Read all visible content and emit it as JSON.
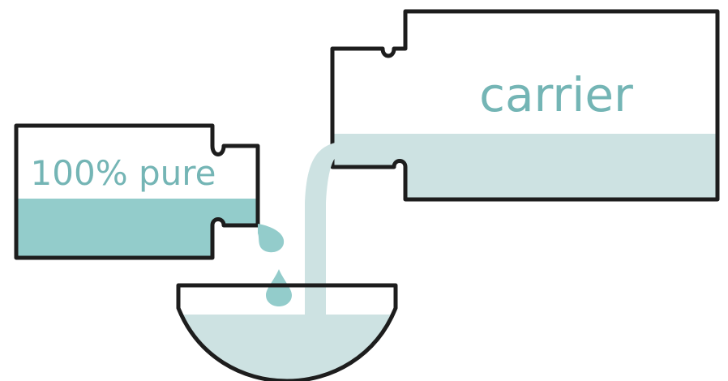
{
  "labels": {
    "left": "100% pure",
    "right": "carrier"
  },
  "fill_levels": {
    "left_container": 0.48,
    "right_container": 0.34
  },
  "colors": {
    "outline": "#1d1d1d",
    "pure_liquid": "#93cccb",
    "carrier_liquid": "#cde2e2",
    "label_text": "#74b5b5",
    "background": "#ffffff"
  }
}
